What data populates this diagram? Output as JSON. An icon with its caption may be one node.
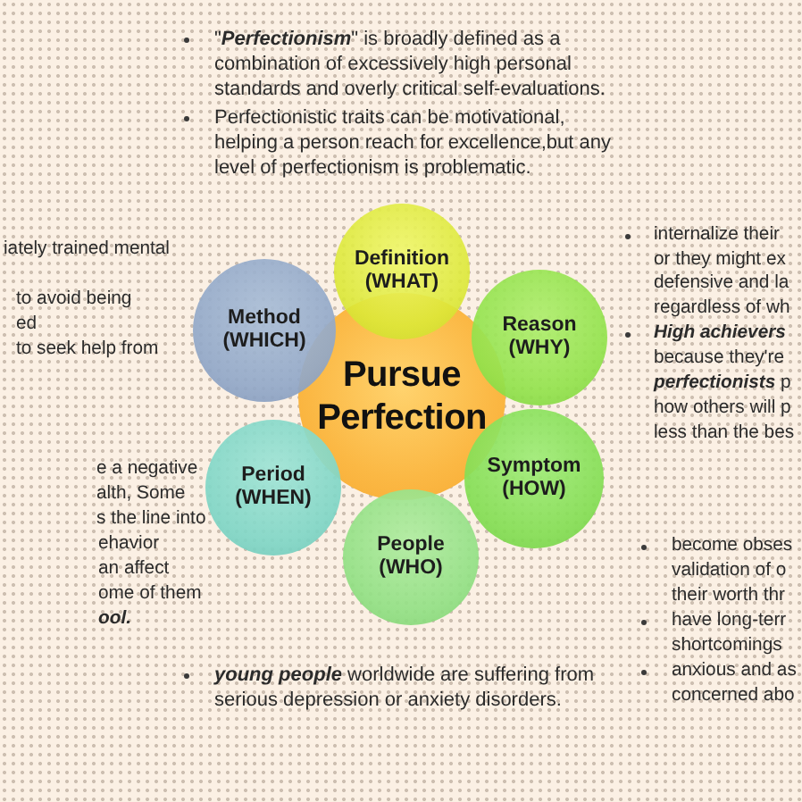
{
  "diagram": {
    "nodes": [
      {
        "text": [
          "Definition (WHAT)"
        ]
      },
      {
        "text": [
          "Method (WHICH)"
        ]
      },
      {
        "text": [
          "Reason (WHY)"
        ]
      },
      {
        "text": [
          "Pursue Perfection"
        ]
      },
      {
        "text": [
          "Period (WHEN)"
        ]
      },
      {
        "text": [
          "Symptom (HOW)"
        ]
      },
      {
        "text": [
          "People (WHO)"
        ]
      }
    ],
    "labels": [
      "\"**Perfectionism**\" is broadly defined as a combination of excessively high personal standards and overly critical self-evaluations.",
      "Perfectionistic traits can be motivational, helping a person reach for excellence,but any level of perfectionism is problematic.",
      "iately trained mental",
      "to avoid being",
      "ed",
      "to seek help from",
      "internalize their",
      "or they might ex",
      "defensive and la",
      "regardless of wh",
      "High achievers",
      "because they're",
      "**perfectionists** p",
      "how others will p",
      "less than the bes",
      "e a negative",
      "alth, Some",
      "s the line into",
      "ehavior",
      "an affect",
      "ome of them",
      "ool.",
      "become obses",
      "validation of o",
      "their worth thr",
      "have long-terr",
      "shortcomings",
      "anxious and as",
      "concerned abo",
      "**young people** worldwide are suffering from serious depression or anxiety disorders."
    ]
  }
}
